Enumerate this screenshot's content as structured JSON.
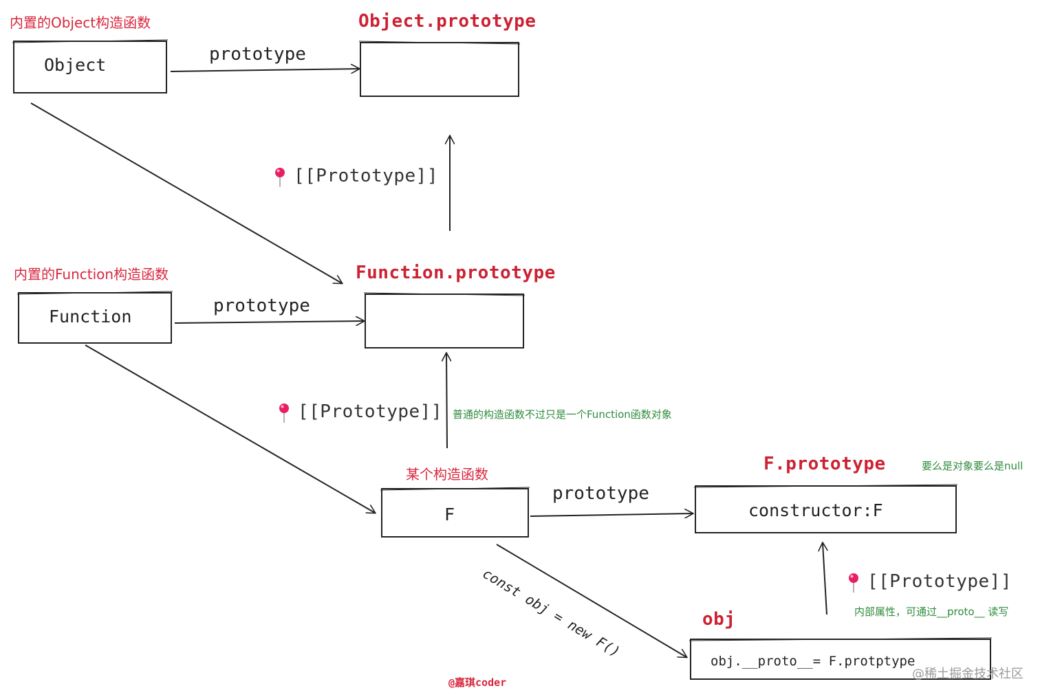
{
  "labels": {
    "object_ctor_label": "内置的Object构造函数",
    "function_ctor_label": "内置的Function构造函数",
    "some_ctor_label": "某个构造函数"
  },
  "titles": {
    "object_prototype": "Object.prototype",
    "function_prototype": "Function.prototype",
    "f_prototype": "F.prototype",
    "obj": "obj"
  },
  "boxes": {
    "object": "Object",
    "function": "Function",
    "f": "F",
    "f_prototype_content": "constructor:F",
    "obj_content": "obj.__proto__= F.protptype"
  },
  "edges": {
    "object_prototype_edge": "prototype",
    "function_prototype_edge": "prototype",
    "f_prototype_edge": "prototype",
    "proto_link_1": "[[Prototype]]",
    "proto_link_2": "[[Prototype]]",
    "proto_link_3": "[[Prototype]]",
    "new_edge": "const obj = new F()"
  },
  "notes": {
    "function_note": "普通的构造函数不过只是一个Function函数对象",
    "null_note": "要么是对象要么是null",
    "internal_note": "内部属性，可通过__proto__ 读写"
  },
  "footer": {
    "author": "@嘉琪coder",
    "watermark": "@稀土掘金技术社区"
  },
  "colors": {
    "red": "#cc2233",
    "green": "#2e8b3c",
    "ink": "#222222",
    "pin": "#e91e63"
  },
  "icons": [
    "pushpin-icon"
  ]
}
